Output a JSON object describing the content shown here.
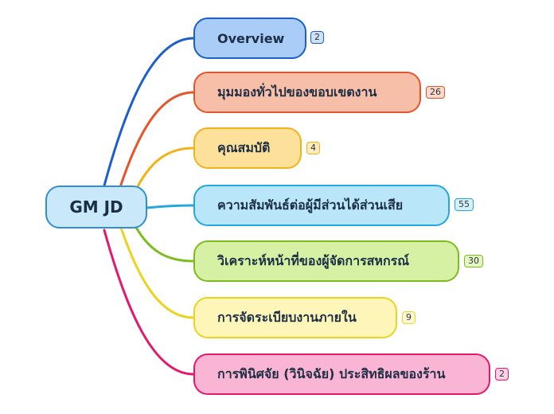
{
  "root": {
    "label": "GM JD"
  },
  "branches": [
    {
      "label": "Overview",
      "count": "2",
      "fill": "#a9cdf7",
      "border": "#1a5fcc",
      "line": "#1a5fcc",
      "badge_fill": "#cfe2fb",
      "badge_border": "#1a5fcc"
    },
    {
      "label": "มุมมองทั่วไปของขอบเขตงาน",
      "count": "26",
      "fill": "#f7bfa8",
      "border": "#e8542a",
      "line": "#e8542a",
      "badge_fill": "#fbd9cc",
      "badge_border": "#e8542a"
    },
    {
      "label": "คุณสมบัติ",
      "count": "4",
      "fill": "#fde09a",
      "border": "#f2b21a",
      "line": "#f2b21a",
      "badge_fill": "#fdecc0",
      "badge_border": "#f2b21a"
    },
    {
      "label": "ความสัมพันธ์ต่อผู้มีส่วนได้ส่วนเสีย",
      "count": "55",
      "fill": "#b9e6f8",
      "border": "#23a8de",
      "line": "#23a8de",
      "badge_fill": "#d4f0fb",
      "badge_border": "#23a8de"
    },
    {
      "label": "วิเคราะห์หน้าที่ของผู้จัดการสหกรณ์",
      "count": "30",
      "fill": "#d6f0a4",
      "border": "#7bbd1a",
      "line": "#7bbd1a",
      "badge_fill": "#e6f7c6",
      "badge_border": "#7bbd1a"
    },
    {
      "label": "การจัดระเบียบงานภายใน",
      "count": "9",
      "fill": "#fdf6b8",
      "border": "#ecd41e",
      "line": "#ecd41e",
      "badge_fill": "#fdf9d2",
      "badge_border": "#ecd41e"
    },
    {
      "label": "การพินิศจัย (วินิจฉัย) ประสิทธิผลของร้าน",
      "count": "2",
      "fill": "#fbb5d4",
      "border": "#e5176b",
      "line": "#e5176b",
      "badge_fill": "#fcd3e5",
      "badge_border": "#e5176b"
    }
  ]
}
